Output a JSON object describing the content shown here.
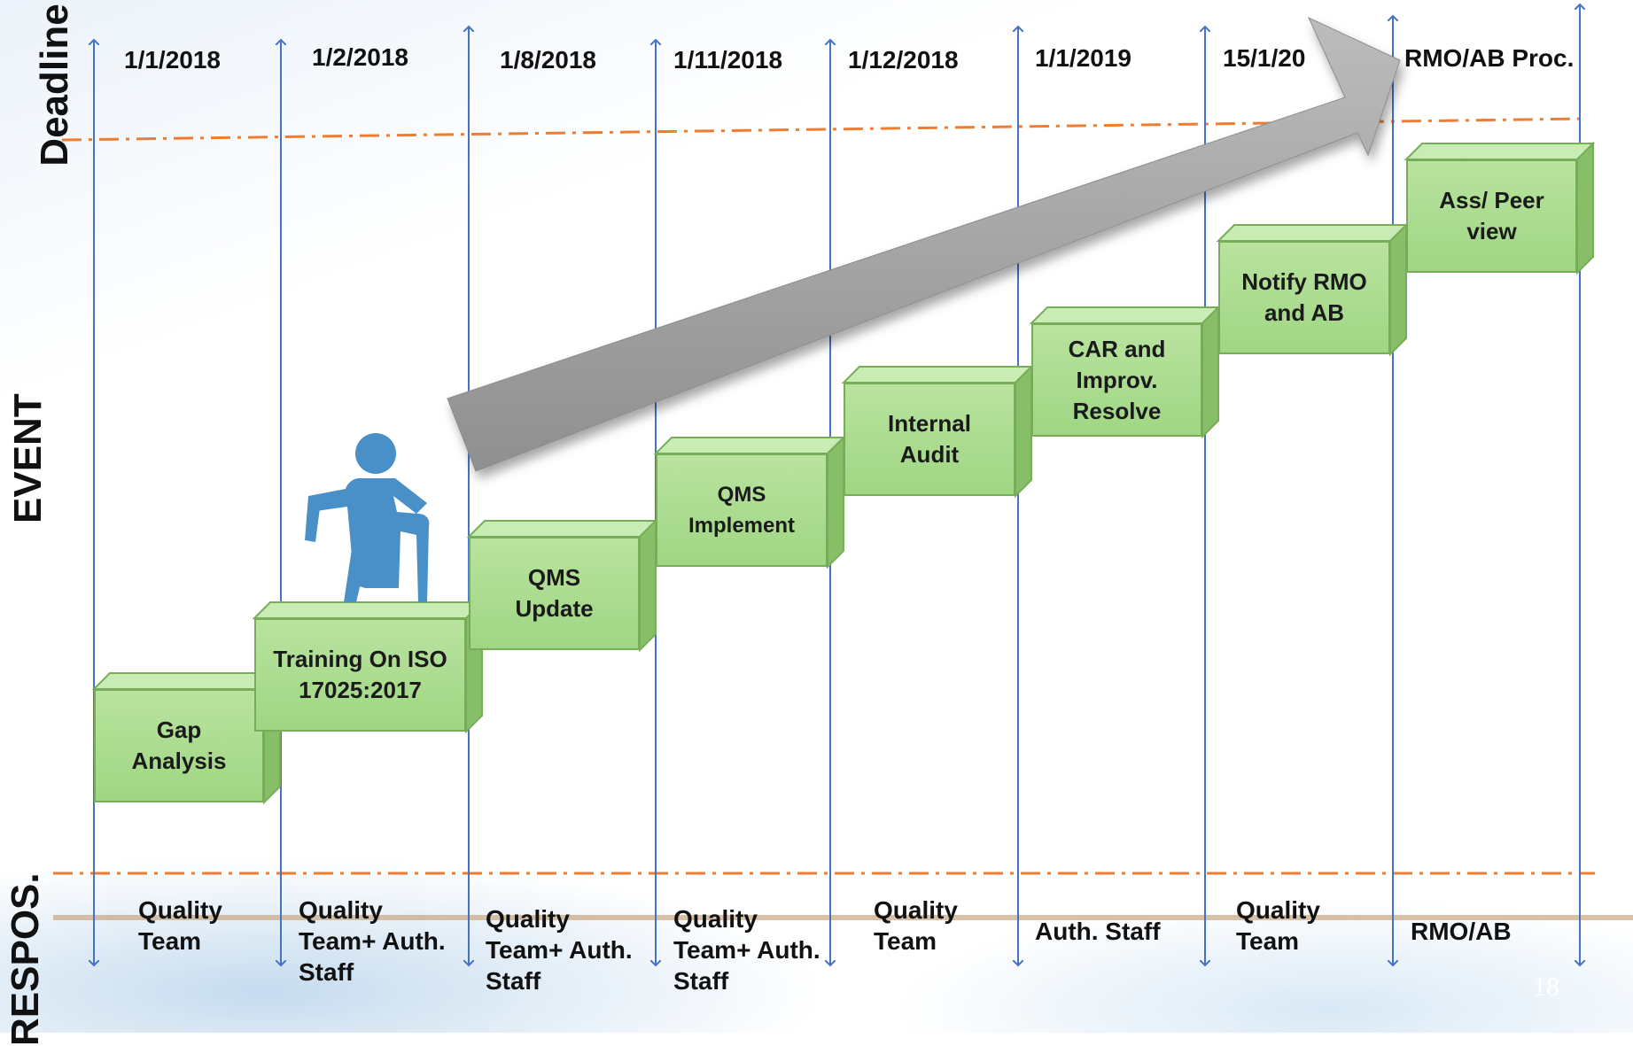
{
  "row_labels": {
    "deadline": "Deadline",
    "event": "EVENT",
    "responsible": "RESPOS."
  },
  "deadlines": [
    "1/1/2018",
    "1/2/2018",
    "1/8/2018",
    "1/11/2018",
    "1/12/2018",
    "1/1/2019",
    "15/1/20",
    "RMO/AB Proc."
  ],
  "steps": [
    "Gap\nAnalysis",
    "Training On ISO\n17025:2017",
    "QMS\nUpdate",
    "QMS\nImplement",
    "Internal\nAudit",
    "CAR and\nImprov.\nResolve",
    "Notify RMO\nand AB",
    "Ass/ Peer\nview"
  ],
  "responsibles": [
    "Quality\nTeam",
    "Quality\nTeam+ Auth.\nStaff",
    "Quality\nTeam+ Auth.\nStaff",
    "Quality\nTeam+ Auth.\nStaff",
    "Quality\nTeam",
    "Auth. Staff",
    "Quality\nTeam",
    "RMO/AB"
  ],
  "page_number": "18",
  "colors": {
    "step_fill": "#a6da8a",
    "step_top": "#c9ebb4",
    "step_side": "#86bf68",
    "step_border": "#77ad58",
    "timeline": "#4472c4",
    "dashed_line": "#ed7d31",
    "arrow": "#a6a6a6",
    "person": "#4a90c8"
  },
  "icons": {
    "person": "walking-person-icon",
    "arrow": "big-progress-arrow"
  }
}
